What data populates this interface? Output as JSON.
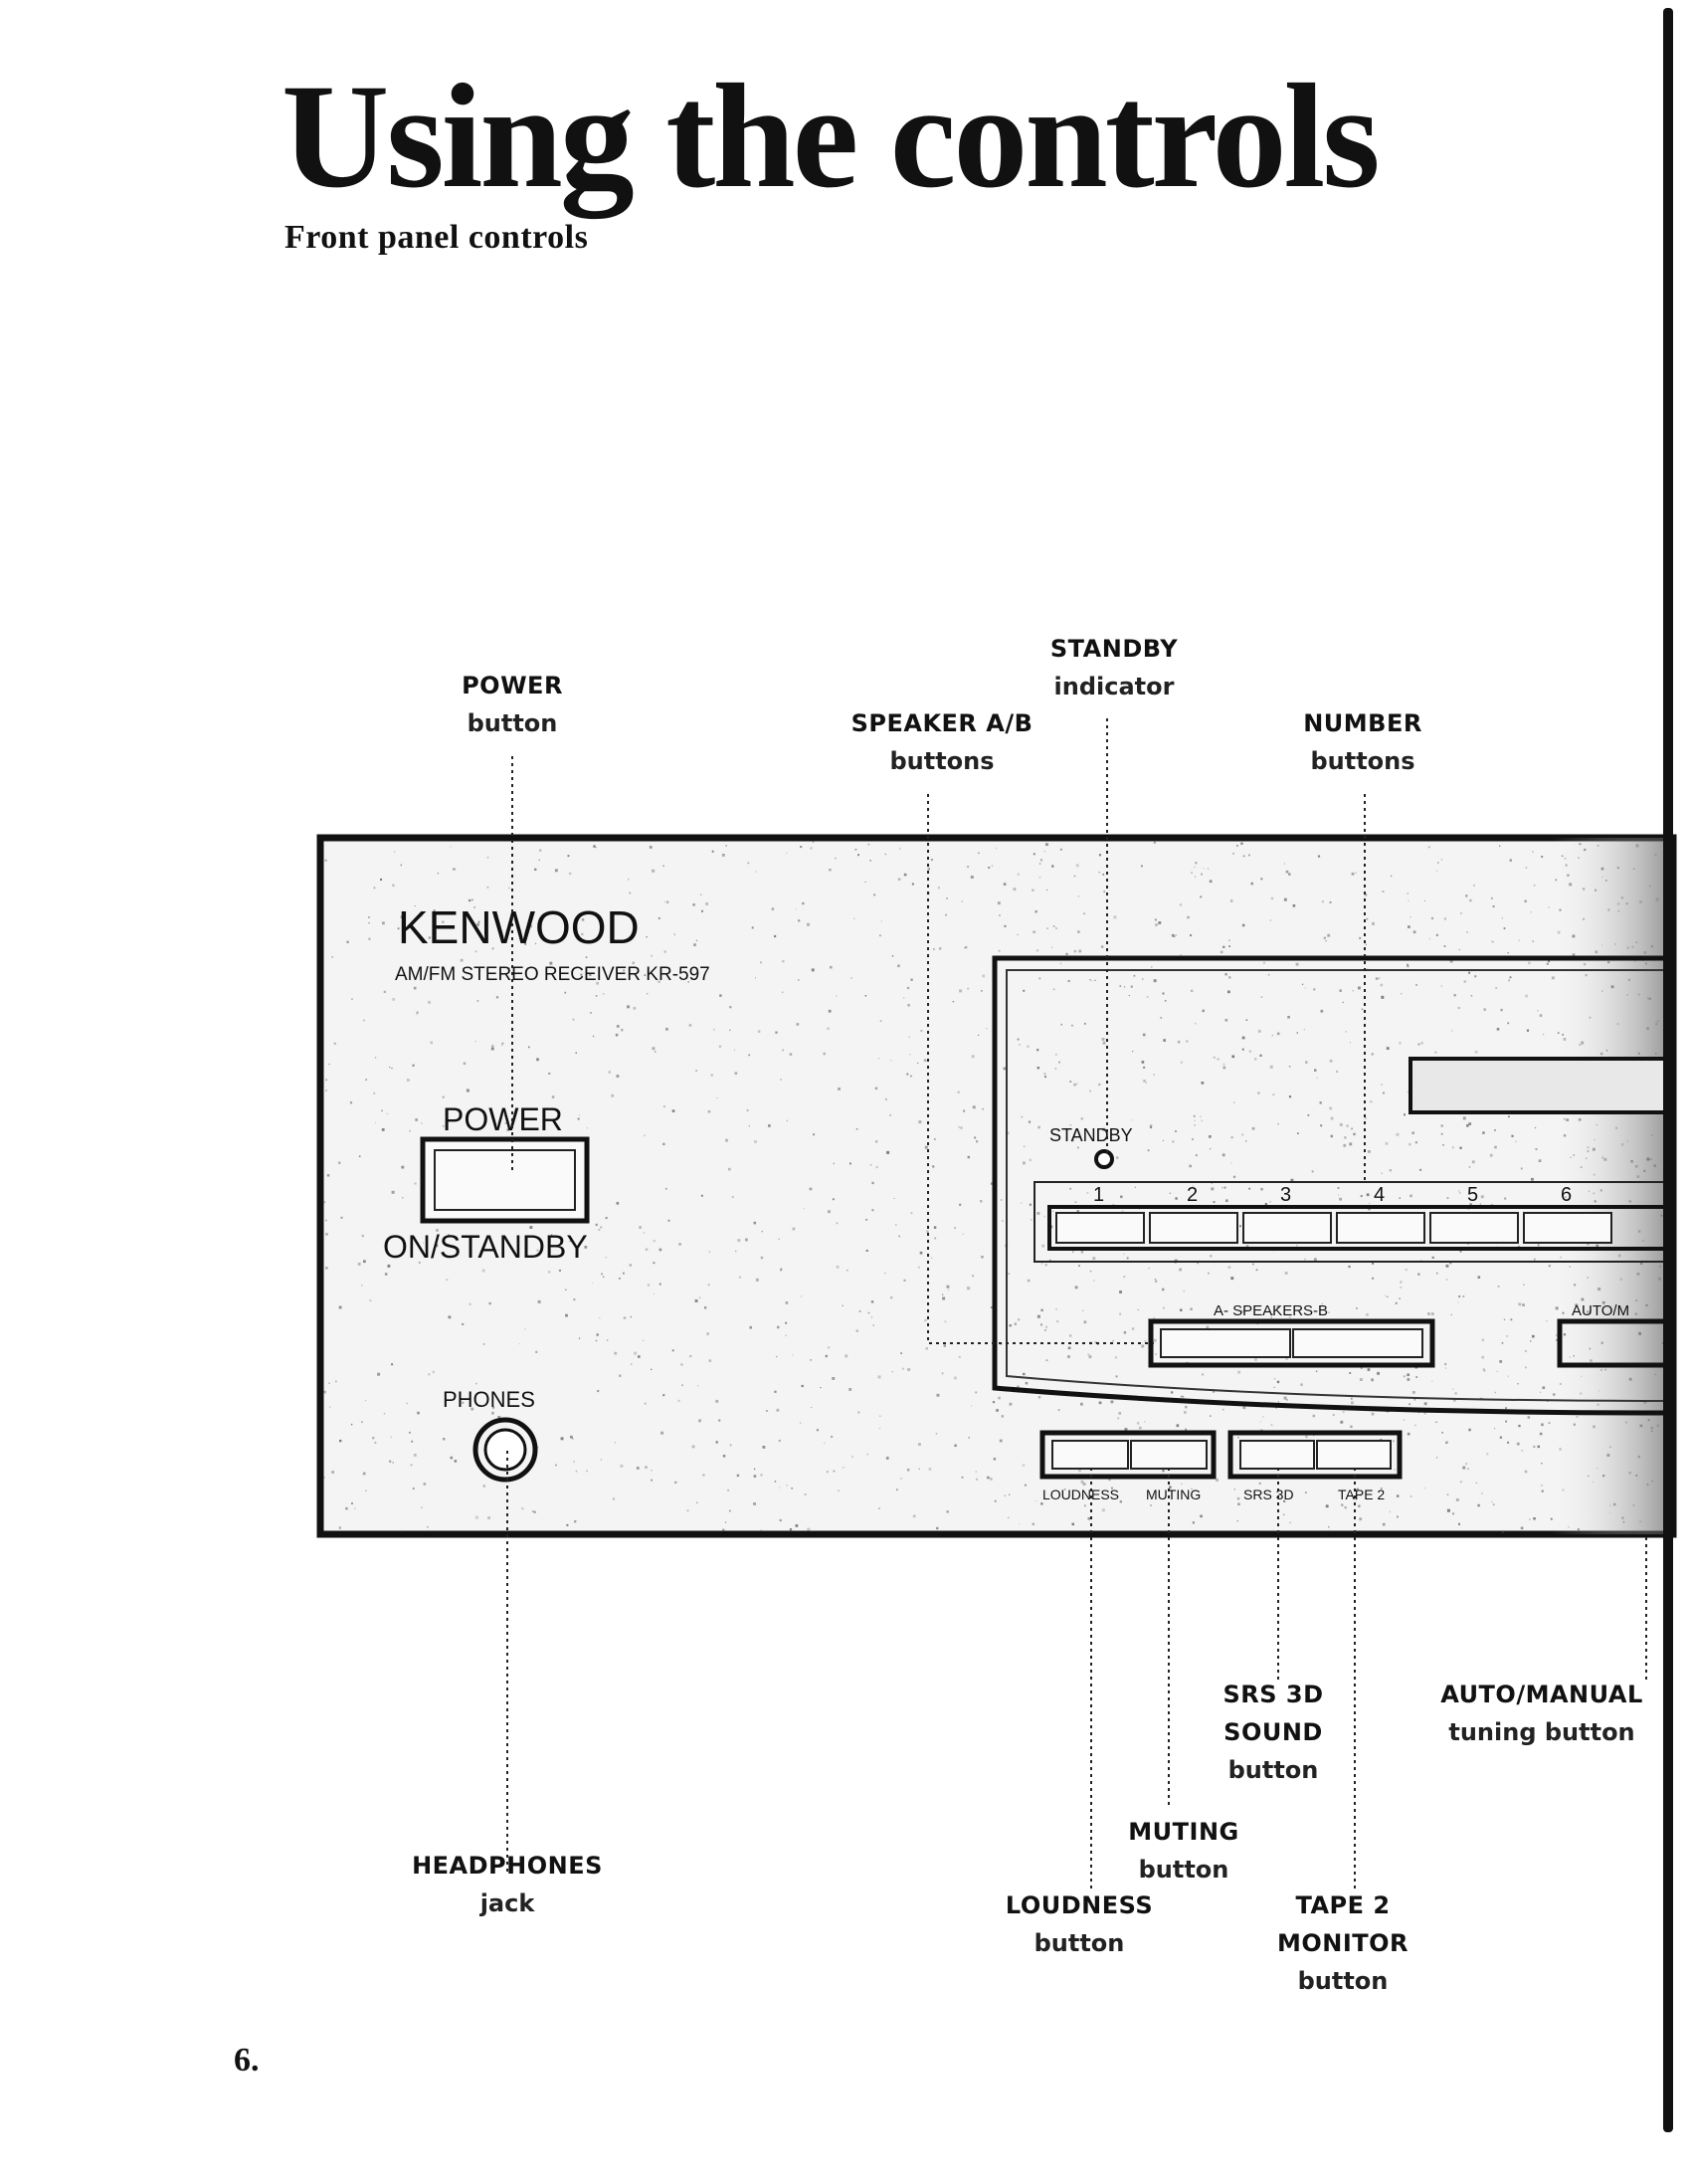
{
  "page": {
    "title": "Using the controls",
    "subtitle": "Front panel controls",
    "page_number": "6."
  },
  "panel": {
    "brand": "KENWOOD",
    "model": "AM/FM STEREO RECEIVER KR-597",
    "power_label": "POWER",
    "on_standby_label": "ON/STANDBY",
    "phones_label": "PHONES",
    "standby_label": "STANDBY",
    "number_digits": [
      "1",
      "2",
      "3",
      "4",
      "5",
      "6"
    ],
    "speakers_label": "A- SPEAKERS-B",
    "auto_label": "AUTO/M",
    "loudness_label": "LOUDNESS",
    "muting_label": "MUTING",
    "srs3d_label": "SRS 3D",
    "tape2_label": "TAPE 2"
  },
  "callouts": {
    "power": {
      "name": "POWER",
      "note": "button"
    },
    "standby": {
      "name": "STANDBY",
      "note": "indicator"
    },
    "speaker_ab": {
      "name": "SPEAKER A/B",
      "note": "buttons"
    },
    "number": {
      "name": "NUMBER",
      "note": "buttons"
    },
    "srs3d": {
      "line1": "SRS 3D",
      "line2": "SOUND",
      "note": "button"
    },
    "auto_manual": {
      "name": "AUTO/MANUAL",
      "note": "tuning button"
    },
    "muting": {
      "name": "MUTING",
      "note": "button"
    },
    "headphones": {
      "name": "HEADPHONES",
      "note": "jack"
    },
    "loudness": {
      "name": "LOUDNESS",
      "note": "button"
    },
    "tape2": {
      "line1": "TAPE 2",
      "line2": "MONITOR",
      "note": "button"
    }
  },
  "colors": {
    "ink": "#111111",
    "panel_fill": "#f2f2f2",
    "speckle": "#555555"
  }
}
